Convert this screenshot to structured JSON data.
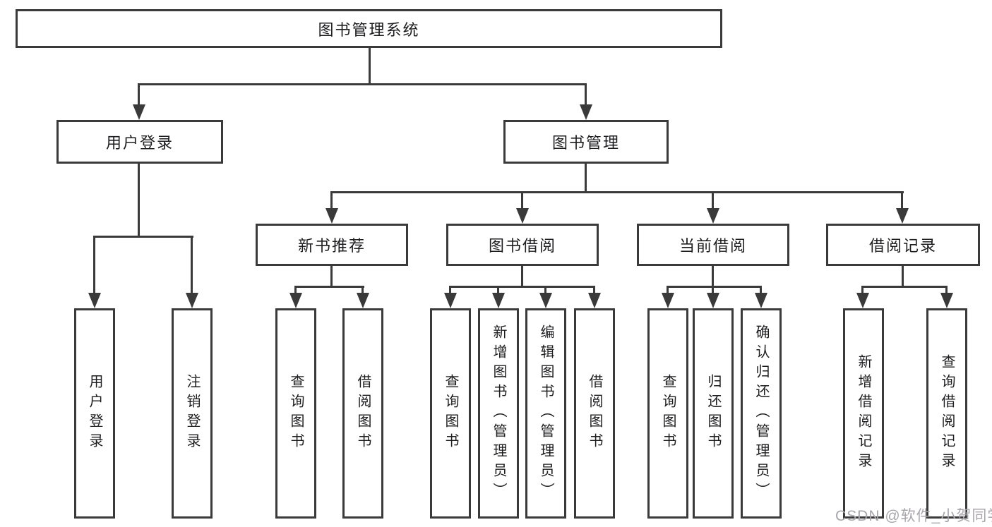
{
  "root": {
    "label": "图书管理系统"
  },
  "level2": {
    "user_login": {
      "label": "用户登录"
    },
    "book_management": {
      "label": "图书管理"
    }
  },
  "level3": {
    "new_books": {
      "label": "新书推荐"
    },
    "borrowing": {
      "label": "图书借阅"
    },
    "current": {
      "label": "当前借阅"
    },
    "records": {
      "label": "借阅记录"
    }
  },
  "leaves": {
    "login": {
      "label": "用户登录"
    },
    "logout": {
      "label": "注销登录"
    },
    "new_books_query": {
      "label": "查询图书"
    },
    "new_books_borrow": {
      "label": "借阅图书"
    },
    "borrowing_query": {
      "label": "查询图书"
    },
    "borrowing_add": {
      "label": "新增图书（管理员）"
    },
    "borrowing_edit": {
      "label": "编辑图书（管理员）"
    },
    "borrowing_borrow": {
      "label": "借阅图书"
    },
    "current_query": {
      "label": "查询图书"
    },
    "current_return": {
      "label": "归还图书"
    },
    "current_confirm": {
      "label": "确认归还（管理员）"
    },
    "records_add": {
      "label": "新增借阅记录"
    },
    "records_query": {
      "label": "查询借阅记录"
    }
  },
  "watermark": {
    "text": "CSDN @软件_小贺同学"
  },
  "colors": {
    "line": "#3a3a3a",
    "text": "#1d1d1f",
    "watermark": "#a8a6aa",
    "background": "#ffffff"
  }
}
